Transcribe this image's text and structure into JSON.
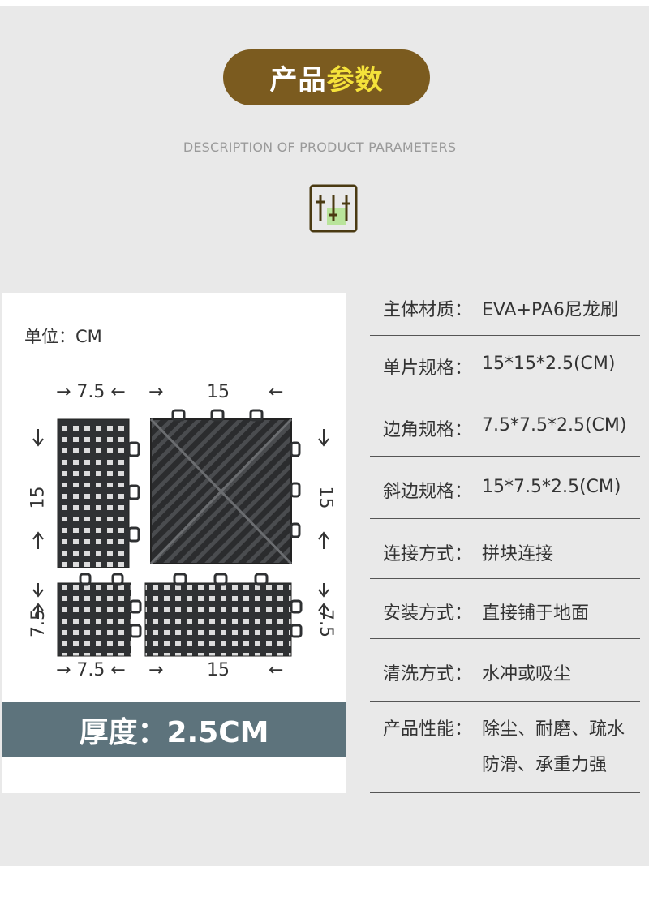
{
  "header": {
    "title_part1": "产品",
    "title_part2": "参数",
    "subtitle": "DESCRIPTION OF PRODUCT PARAMETERS",
    "icon": "sliders-icon",
    "colors": {
      "pill": "#7b5b1f",
      "highlight": "#f5e23a"
    }
  },
  "diagram": {
    "unit_label": "单位：CM",
    "top_dims": [
      "→ 7.5 ←",
      "→",
      "15",
      "←"
    ],
    "bottom_dims": [
      "→ 7.5 ←",
      "→",
      "15",
      "←"
    ],
    "left_15": "15",
    "left_75": "7.5",
    "right_15": "15",
    "right_75": "7.5",
    "thickness": "厚度：2.5CM",
    "colors": {
      "bar": "#5d737c",
      "tile": "#2f3133"
    }
  },
  "specs": [
    {
      "key": "主体材质：",
      "value": "EVA+PA6尼龙刷"
    },
    {
      "key": "单片规格：",
      "value": "15*15*2.5(CM)"
    },
    {
      "key": "边角规格：",
      "value": "7.5*7.5*2.5(CM)"
    },
    {
      "key": "斜边规格：",
      "value": "15*7.5*2.5(CM)"
    },
    {
      "key": "连接方式：",
      "value": "拼块连接"
    },
    {
      "key": "安装方式：",
      "value": "直接铺于地面"
    },
    {
      "key": "清洗方式：",
      "value": "水冲或吸尘"
    },
    {
      "key": "产品性能：",
      "value": "除尘、耐磨、疏水防滑、承重力强"
    }
  ]
}
